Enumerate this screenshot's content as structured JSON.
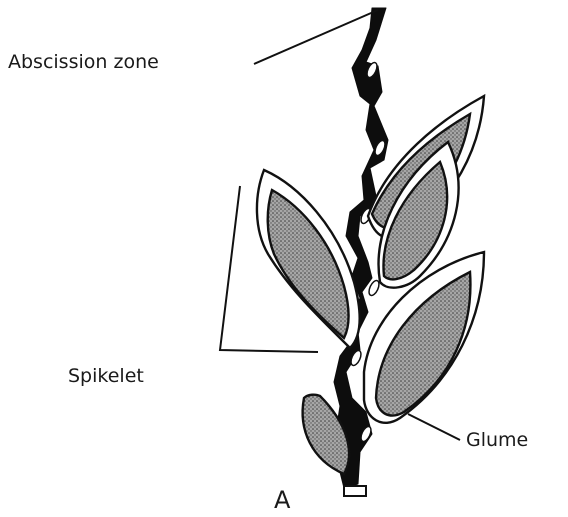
{
  "figure": {
    "panel_label": "A",
    "labels": {
      "abscission_zone": "Abscission zone",
      "spikelet": "Spikelet",
      "glume": "Glume"
    }
  },
  "colors": {
    "ink": "#111111",
    "background": "#ffffff",
    "stipple_base": "#9a9a9a"
  }
}
